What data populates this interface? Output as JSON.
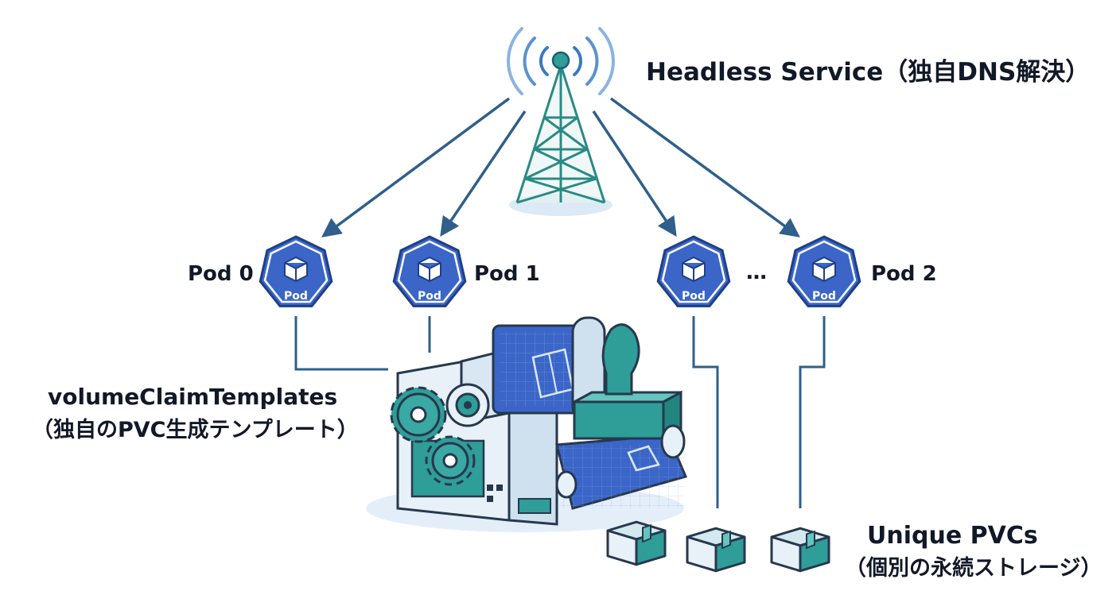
{
  "service": {
    "label": "Headless Service（独自DNS解決）"
  },
  "pods": [
    {
      "label": "Pod 0",
      "badge": "Pod"
    },
    {
      "label": "Pod 1",
      "badge": "Pod"
    },
    {
      "label": "",
      "badge": "Pod"
    },
    {
      "label": "Pod 2",
      "badge": "Pod"
    }
  ],
  "ellipsis": "…",
  "volume_claim_templates": {
    "title": "volumeClaimTemplates",
    "subtitle": "（独自のPVC生成テンプレート）"
  },
  "pvcs": {
    "title": "Unique PVCs",
    "subtitle": "（個別の永続ストレージ）"
  },
  "colors": {
    "accent_blue": "#3b66c8",
    "teal": "#2f9d98",
    "line": "#2f5f8a",
    "outline": "#27384d",
    "light_fill": "#e8f1f8"
  }
}
